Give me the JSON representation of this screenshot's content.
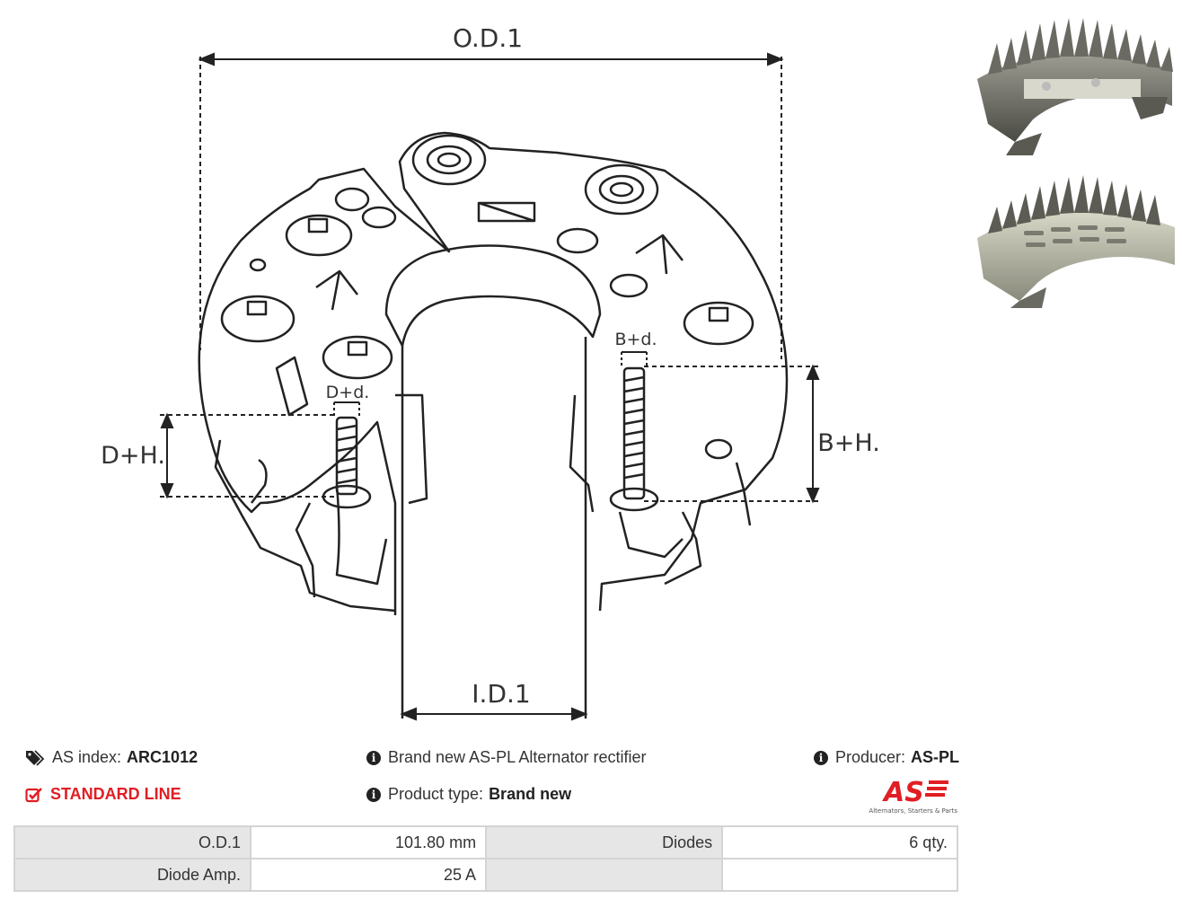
{
  "drawing": {
    "od_label": "O.D.1",
    "id_label": "I.D.1",
    "dh_label": "D+H.",
    "dd_label": "D+d.",
    "bh_label": "B+H.",
    "bd_label": "B+d."
  },
  "info": {
    "as_index_label": "AS index:",
    "as_index_value": "ARC1012",
    "standard_line": "STANDARD LINE",
    "description": "Brand new AS-PL Alternator rectifier",
    "product_type_label": "Product type:",
    "product_type_value": "Brand new",
    "producer_label": "Producer:",
    "producer_value": "AS-PL"
  },
  "logo": {
    "text": "AS",
    "tagline": "Alternators, Starters & Parts",
    "color": "#e01e24"
  },
  "specs": [
    {
      "k1": "O.D.1",
      "v1": "101.80 mm",
      "k2": "Diodes",
      "v2": "6 qty."
    },
    {
      "k1": "Diode Amp.",
      "v1": "25 A",
      "k2": "",
      "v2": ""
    }
  ],
  "icons": {
    "tag": "tag-icon",
    "check": "check-square-icon",
    "info": "info-icon"
  }
}
